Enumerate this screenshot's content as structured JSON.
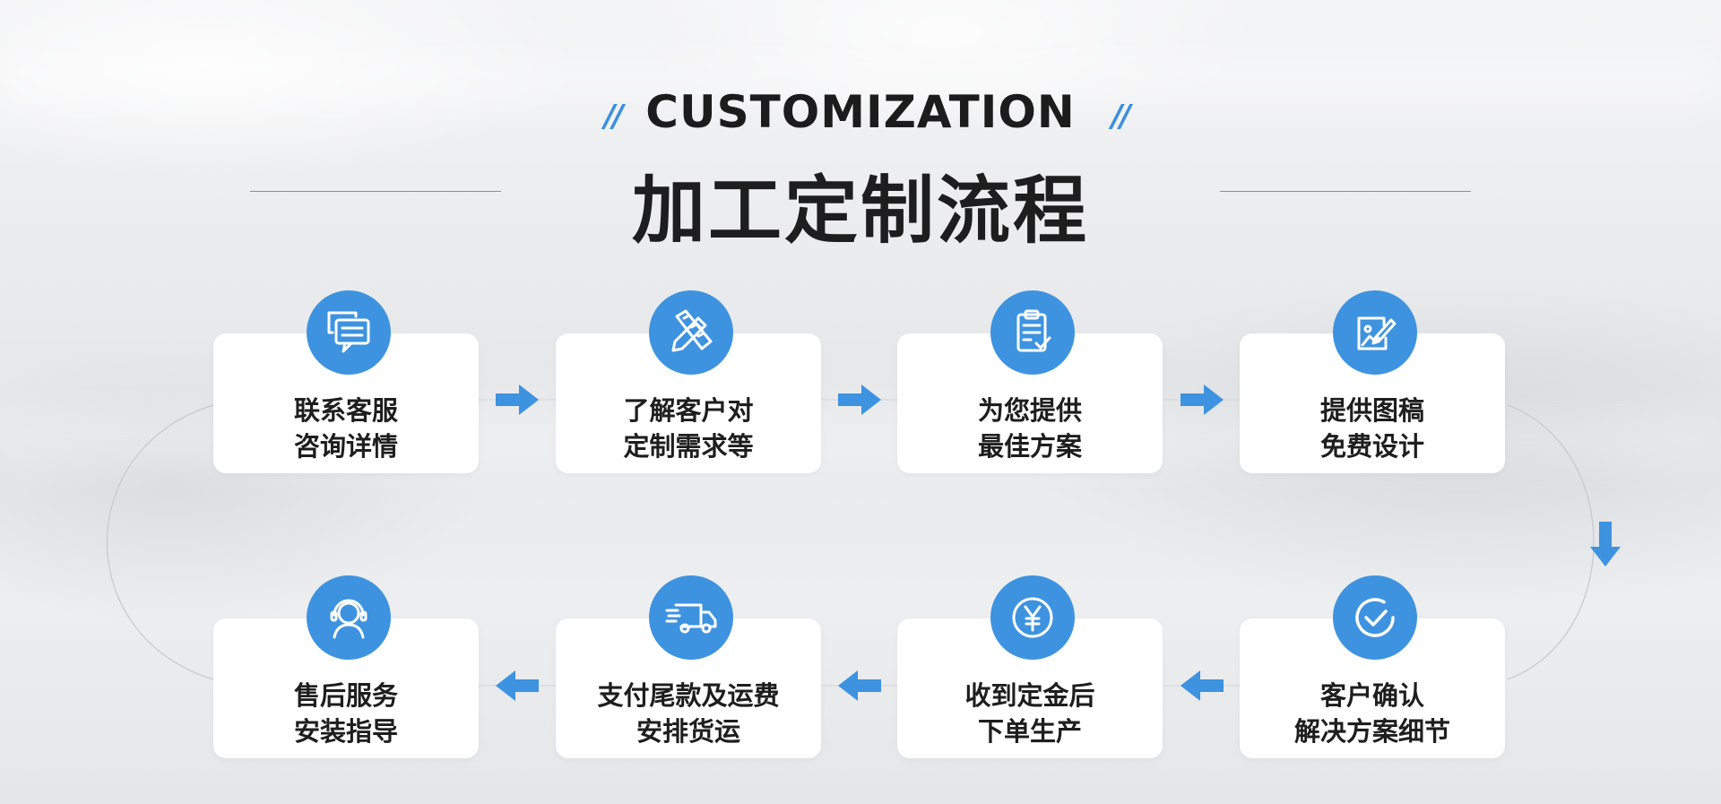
{
  "header": {
    "title": "CUSTOMIZATION",
    "subtitle": "加工定制流程",
    "slash_left": "//",
    "slash_right": "//"
  },
  "accent_color": "#3d93e0",
  "steps": [
    {
      "line1": "联系客服",
      "line2": "咨询详情",
      "icon": "chat-icon"
    },
    {
      "line1": "了解客户对",
      "line2": "定制需求等",
      "icon": "pencil-ruler-icon"
    },
    {
      "line1": "为您提供",
      "line2": "最佳方案",
      "icon": "clipboard-check-icon"
    },
    {
      "line1": "提供图稿",
      "line2": "免费设计",
      "icon": "design-draft-icon"
    },
    {
      "line1": "客户确认",
      "line2": "解决方案细节",
      "icon": "check-circle-icon"
    },
    {
      "line1": "收到定金后",
      "line2": "下单生产",
      "icon": "yen-coin-icon"
    },
    {
      "line1": "支付尾款及运费",
      "line2": "安排货运",
      "icon": "delivery-truck-icon"
    },
    {
      "line1": "售后服务",
      "line2": "安装指导",
      "icon": "customer-service-icon"
    }
  ]
}
